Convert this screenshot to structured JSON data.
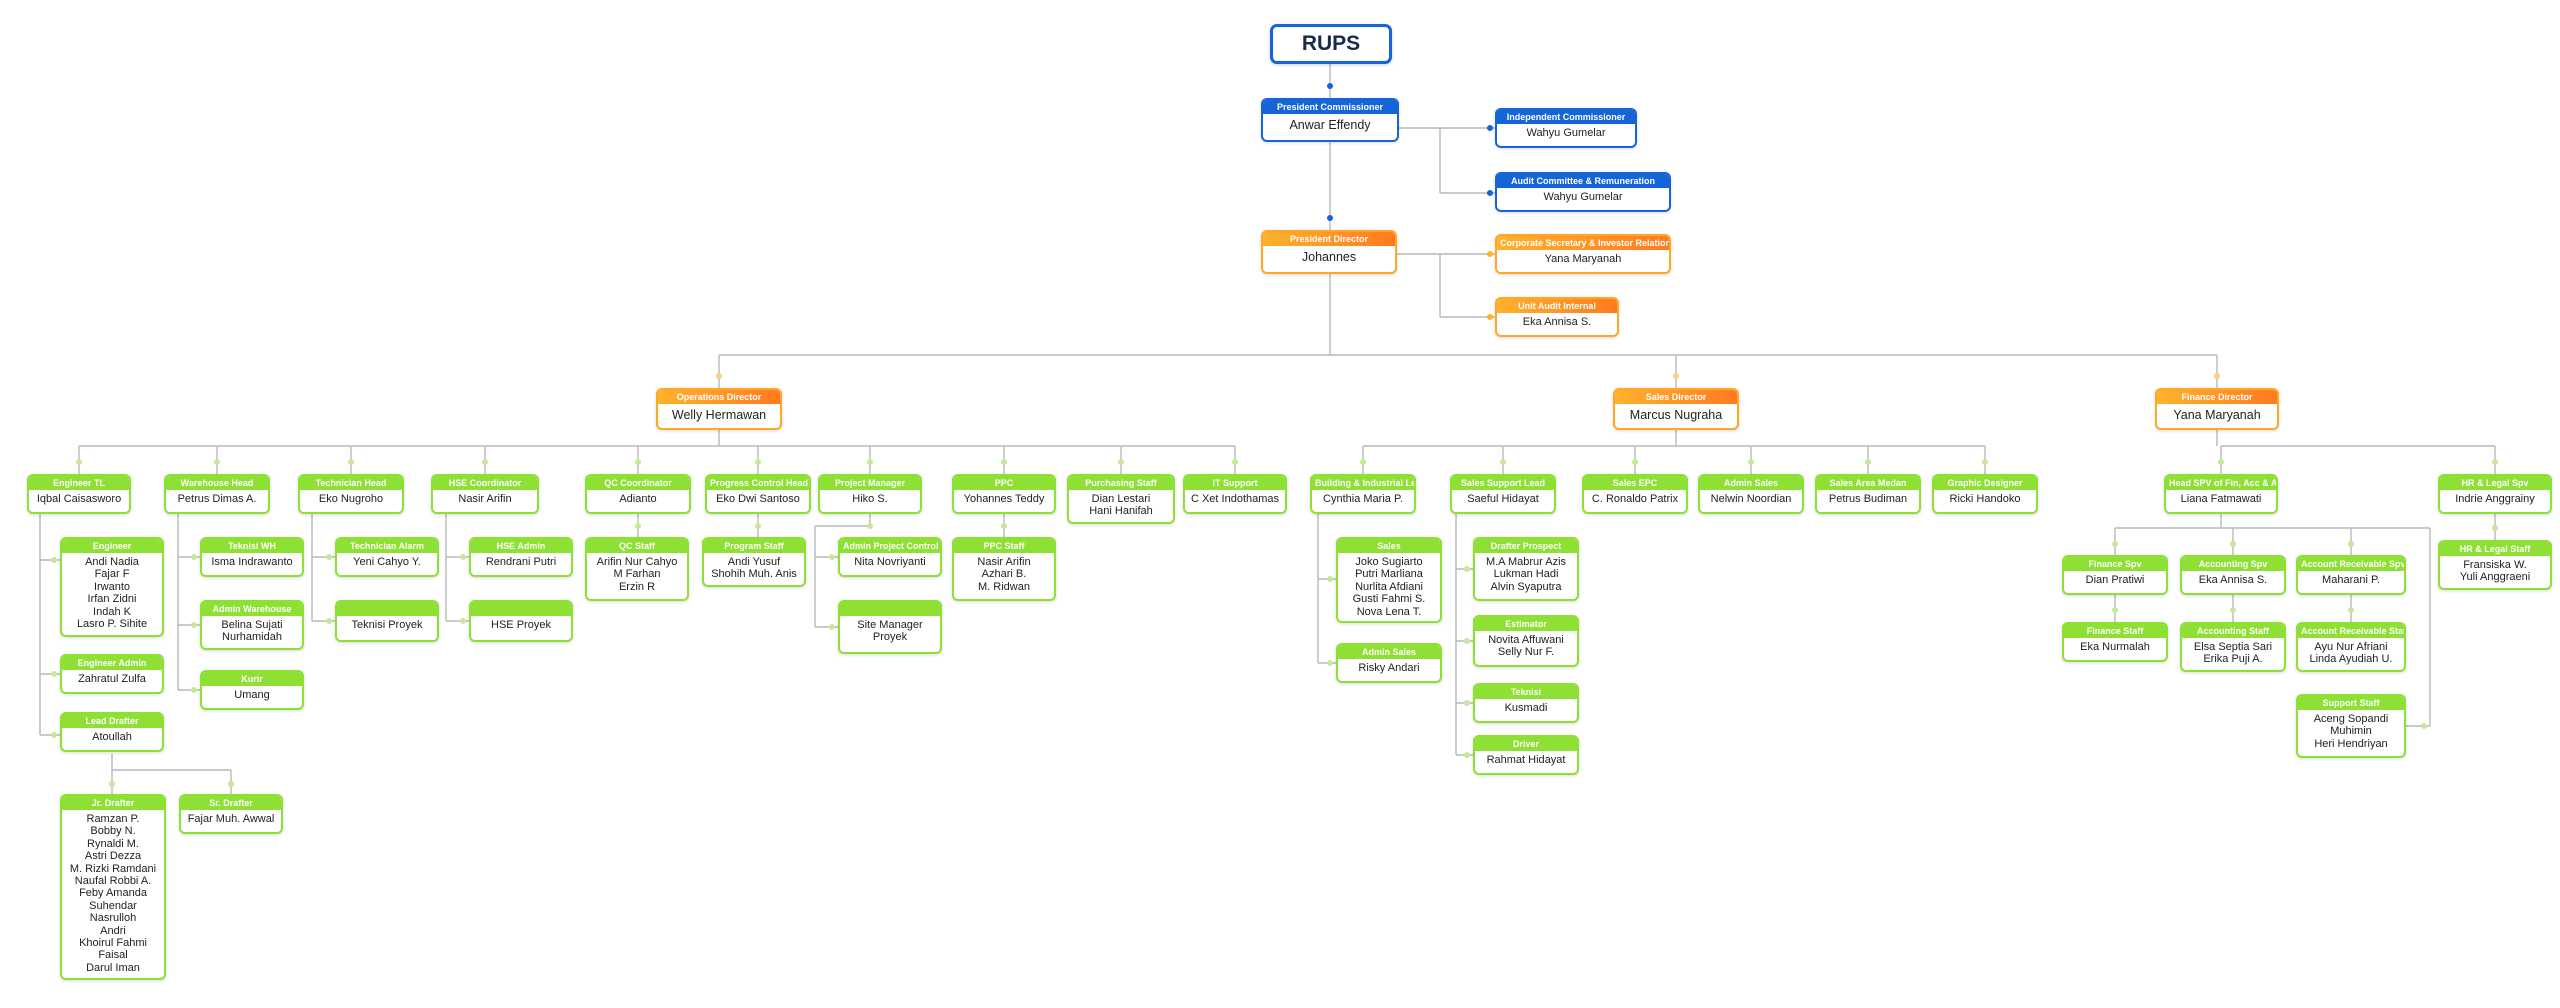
{
  "rups": "RUPS",
  "nodes": {
    "pc": {
      "role": "President Commissioner",
      "name": "Anwar Effendy"
    },
    "ic": {
      "role": "Independent Commissioner",
      "name": "Wahyu Gumelar"
    },
    "acr": {
      "role": "Audit Committee & Remuneration",
      "name": "Wahyu Gumelar"
    },
    "pd": {
      "role": "President Director",
      "name": "Johannes"
    },
    "cs": {
      "role": "Corporate Secretary & Investor Relation",
      "name": "Yana Maryanah"
    },
    "uai": {
      "role": "Unit Audit Internal",
      "name": "Eka Annisa S."
    },
    "od": {
      "role": "Operations Director",
      "name": "Welly Hermawan"
    },
    "sd": {
      "role": "Sales Director",
      "name": "Marcus Nugraha"
    },
    "fd": {
      "role": "Finance Director",
      "name": "Yana Maryanah"
    },
    "eng_tl": {
      "role": "Engineer TL",
      "name": "Iqbal Caisasworo"
    },
    "wh_head": {
      "role": "Warehouse Head",
      "name": "Petrus Dimas A."
    },
    "tech_head": {
      "role": "Technician Head",
      "name": "Eko Nugroho"
    },
    "hse_coord": {
      "role": "HSE Coordinator",
      "name": "Nasir Arifin"
    },
    "qc_coord": {
      "role": "QC Coordinator",
      "name": "Adianto"
    },
    "pc_head": {
      "role": "Progress Control Head",
      "name": "Eko Dwi Santoso"
    },
    "pm": {
      "role": "Project Manager",
      "name": "Hiko S."
    },
    "ppc": {
      "role": "PPC",
      "name": "Yohannes Teddy"
    },
    "purch": {
      "role": "Purchasing Staff",
      "name": "Dian Lestari\nHani Hanifah"
    },
    "it": {
      "role": "IT Support",
      "name": "C Xet Indothamas"
    },
    "engineer": {
      "role": "Engineer",
      "name": "Andi Nadia\nFajar F\nIrwanto\nIrfan Zidni\nIndah K\nLasro P. Sihite"
    },
    "eng_admin": {
      "role": "Engineer Admin",
      "name": "Zahratul Zulfa"
    },
    "lead_drafter": {
      "role": "Lead Drafter",
      "name": "Atoullah"
    },
    "jr_drafter": {
      "role": "Jr. Drafter",
      "name": "Ramzan P.\nBobby N.\nRynaldi M.\nAstri Dezza\nM. Rizki Ramdani\nNaufal Robbi A.\nFeby Amanda\nSuhendar\nNasrulloh\nAndri\nKhoirul Fahmi\nFaisal\nDarul Iman"
    },
    "sr_drafter": {
      "role": "Sr. Drafter",
      "name": "Fajar Muh. Awwal"
    },
    "tekwh": {
      "role": "Teknisi WH",
      "name": "Isma Indrawanto"
    },
    "admin_wh": {
      "role": "Admin Warehouse",
      "name": "Belina Sujati\nNurhamidah"
    },
    "kurir": {
      "role": "Kurir",
      "name": "Umang"
    },
    "tech_alarm": {
      "role": "Technician Alarm",
      "name": "Yeni Cahyo Y."
    },
    "teknisi_proyek": {
      "role": "",
      "name": "Teknisi Proyek"
    },
    "hse_admin": {
      "role": "HSE Admin",
      "name": "Rendrani Putri"
    },
    "hse_proyek": {
      "role": "",
      "name": "HSE Proyek"
    },
    "qc_staff": {
      "role": "QC Staff",
      "name": "Arifin Nur Cahyo\nM Farhan\nErzin R"
    },
    "program_staff": {
      "role": "Program Staff",
      "name": "Andi Yusuf\nShohih Muh. Anis"
    },
    "admin_pc": {
      "role": "Admin Project Control",
      "name": "Nita Novriyanti"
    },
    "site_manager": {
      "role": "",
      "name": "Site Manager\nProyek"
    },
    "ppc_staff": {
      "role": "PPC Staff",
      "name": "Nasir Arifin\nAzhari B.\nM. Ridwan"
    },
    "bil": {
      "role": "Building & Industrial Lead",
      "name": "Cynthia Maria P."
    },
    "ssl": {
      "role": "Sales Support Lead",
      "name": "Saeful Hidayat"
    },
    "sepc": {
      "role": "Sales EPC",
      "name": "C. Ronaldo Patrix"
    },
    "admin_sales": {
      "role": "Admin Sales",
      "name": "Nelwin Noordian"
    },
    "sales_area": {
      "role": "Sales Area Medan",
      "name": "Petrus Budiman"
    },
    "graphic": {
      "role": "Graphic Designer",
      "name": "Ricki Handoko"
    },
    "sales": {
      "role": "Sales",
      "name": "Joko Sugiarto\nPutri Marliana\nNurlita Afdiani\nGusti Fahmi S.\nNova Lena T."
    },
    "admin_sales2": {
      "role": "Admin Sales",
      "name": "Risky Andari"
    },
    "drafter_prosp": {
      "role": "Drafter Prospect",
      "name": "M.A Mabrur Azis\nLukman Hadi\nAlvin Syaputra"
    },
    "estimator": {
      "role": "Estimator",
      "name": "Novita Affuwani\nSelly Nur F."
    },
    "teknisi": {
      "role": "Teknisi",
      "name": "Kusmadi"
    },
    "driver": {
      "role": "Driver",
      "name": "Rahmat Hidayat"
    },
    "hspv": {
      "role": "Head SPV of Fin, Acc & AR",
      "name": "Liana Fatmawati"
    },
    "hr_legal_spv": {
      "role": "HR & Legal Spv",
      "name": "Indrie Anggrainy"
    },
    "hr_legal_staff": {
      "role": "HR & Legal Staff",
      "name": "Fransiska W.\nYuli Anggraeni"
    },
    "fin_spv": {
      "role": "Finance Spv",
      "name": "Dian Pratiwi"
    },
    "fin_staff": {
      "role": "Finance Staff",
      "name": "Eka Nurmalah"
    },
    "acc_spv": {
      "role": "Accounting Spv",
      "name": "Eka Annisa S."
    },
    "acc_staff": {
      "role": "Accounting Staff",
      "name": "Elsa Septia Sari\nErika Puji A."
    },
    "ar_spv": {
      "role": "Account Receivable Spv",
      "name": "Maharani P."
    },
    "ar_staff": {
      "role": "Account Receivable Staff",
      "name": "Ayu Nur Afriani\nLinda Ayudiah U."
    },
    "support_staff": {
      "role": "Support Staff",
      "name": "Aceng Sopandi\nMuhimin\nHeri Hendriyan"
    }
  },
  "colors": {
    "green": "#8fe034",
    "orange": "#ff8c1f",
    "blue": "#1565d8",
    "connector": "#b8b8b8"
  }
}
